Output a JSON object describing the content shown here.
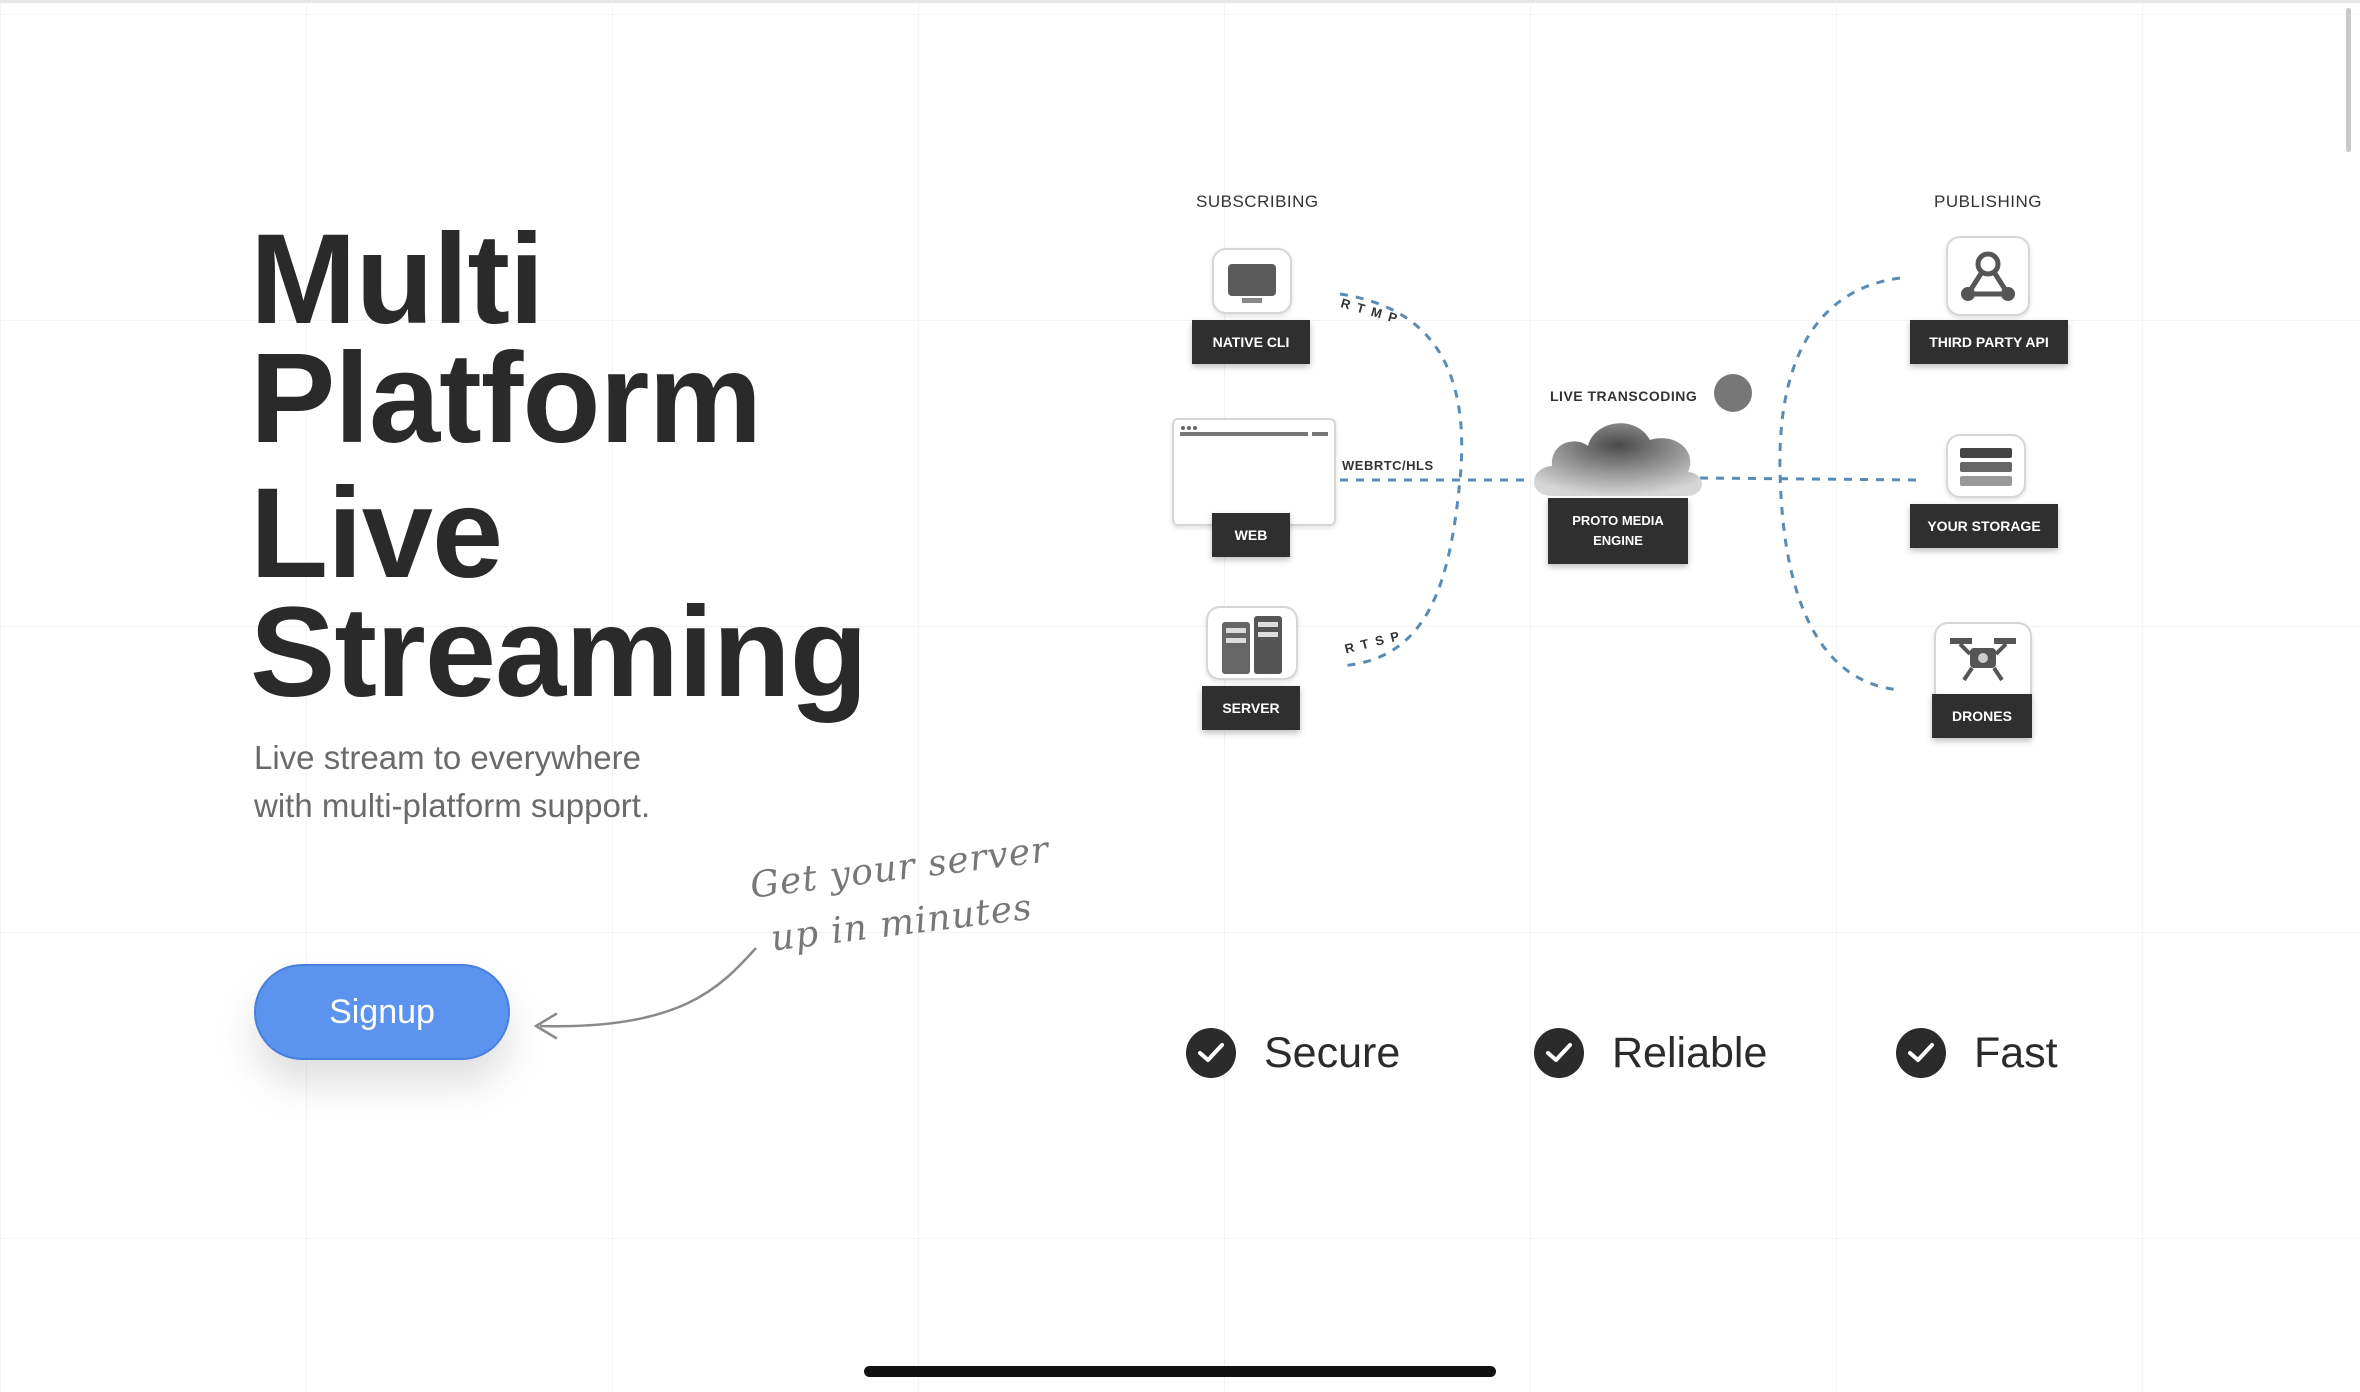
{
  "hero": {
    "headline": [
      "Multi",
      "Platform",
      "Live",
      "Streaming"
    ],
    "subtitle": [
      "Live stream to everywhere",
      "with multi-platform support."
    ],
    "signup_label": "Signup",
    "annotation": [
      "Get your server",
      "up in minutes"
    ]
  },
  "diagram": {
    "subscribing_title": "SUBSCRIBING",
    "publishing_title": "PUBLISHING",
    "subscribing": [
      {
        "label": "NATIVE CLI",
        "icon": "monitor-icon"
      },
      {
        "label": "WEB",
        "icon": "browser-window-icon"
      },
      {
        "label": "SERVER",
        "icon": "server-rack-icon"
      }
    ],
    "publishing": [
      {
        "label": "THIRD PARTY API",
        "icon": "webhook-icon"
      },
      {
        "label": "YOUR STORAGE",
        "icon": "storage-icon"
      },
      {
        "label": "DRONES",
        "icon": "drone-icon"
      }
    ],
    "center": {
      "title": "LIVE TRANSCODING",
      "label": [
        "PROTO MEDIA",
        "ENGINE"
      ],
      "icon": "cloud-icon"
    },
    "protocols": {
      "rtmp": "RTMP",
      "webrtc": "WEBRTC/HLS",
      "rtsp": "RTSP"
    }
  },
  "features": [
    "Secure",
    "Reliable",
    "Fast"
  ],
  "colors": {
    "accent": "#5b93ee",
    "dashed_line": "#5a8bb5",
    "dark": "#2f2f2f"
  }
}
